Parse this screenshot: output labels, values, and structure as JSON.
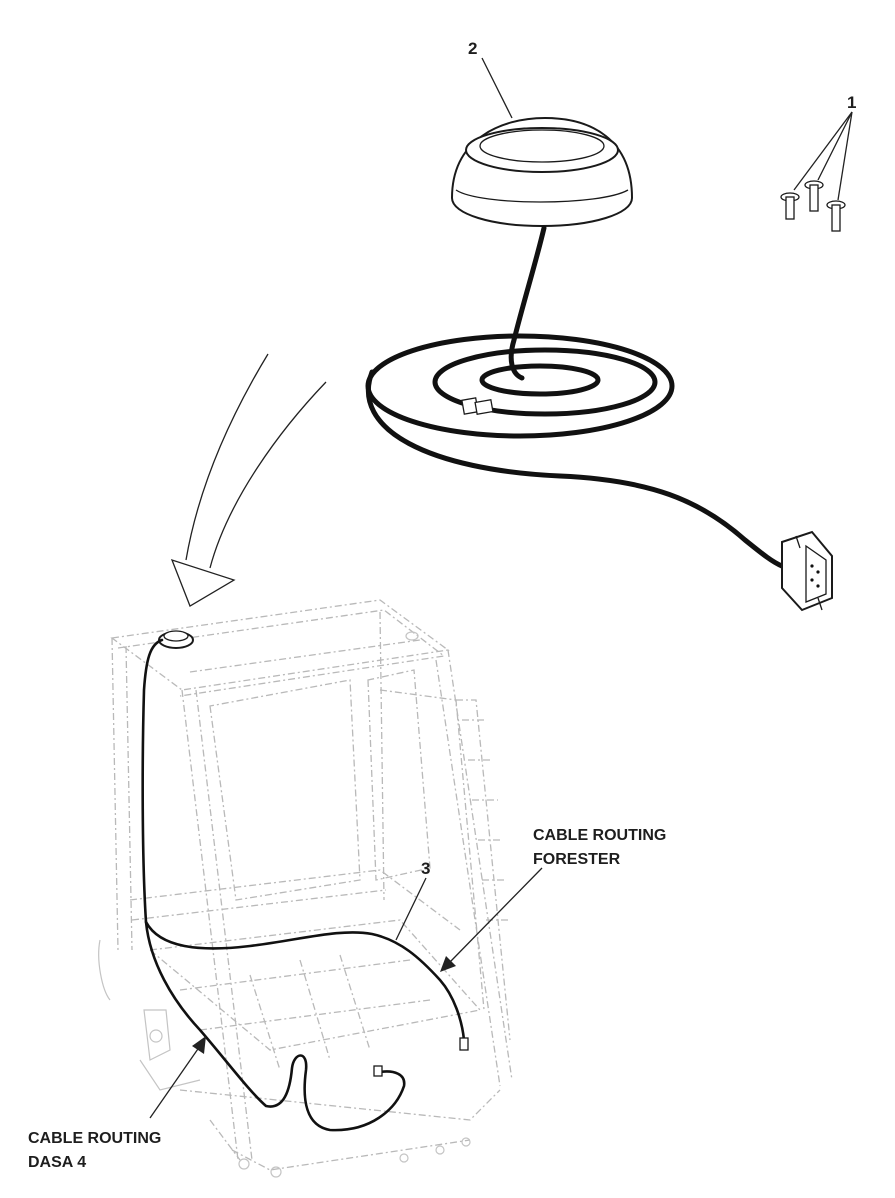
{
  "callouts": {
    "screws": "1",
    "antenna": "2",
    "cable": "3"
  },
  "labels": {
    "forester_line1": "CABLE ROUTING",
    "forester_line2": "FORESTER",
    "dasa_line1": "CABLE ROUTING",
    "dasa_line2": "DASA 4"
  },
  "icons": [
    "antenna-dome-icon",
    "screw-icon",
    "d-sub-connector-icon",
    "inline-connector-icon",
    "install-arrow-icon",
    "cab-frame-icon"
  ],
  "colors": {
    "line": "#111111",
    "frame": "#b9b9b9",
    "background": "#ffffff"
  }
}
